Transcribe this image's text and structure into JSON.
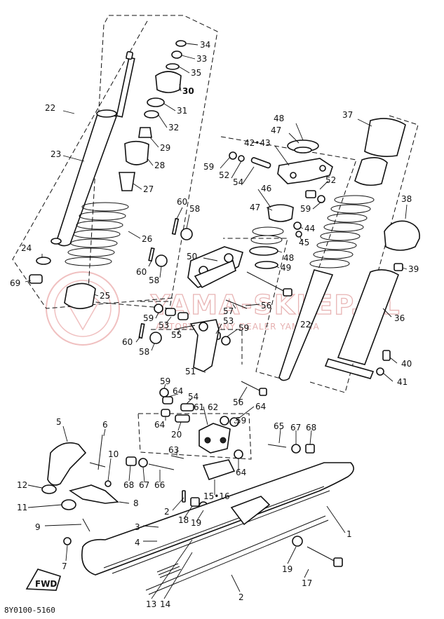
{
  "watermark": {
    "brand": "YAMA-SKLEP.PL",
    "tagline": "AUTORYZOWANY DEALER YAMAHA"
  },
  "diagram_code": "8Y0100-5160",
  "front_marker": "FWD",
  "labels": {
    "p34": "34",
    "p33": "33",
    "p35": "35",
    "p30": "30",
    "p31": "31",
    "p32": "32",
    "p29": "29",
    "p28": "28",
    "p27": "27",
    "p26": "26",
    "p25": "25",
    "p22a": "22",
    "p23": "23",
    "p24": "24",
    "p69": "69",
    "p48a": "48",
    "p47a": "47",
    "p4243": "42•43",
    "p59a": "59",
    "p52a": "52",
    "p54a": "54",
    "p52b": "52",
    "p59b": "59",
    "p46": "46",
    "p47b": "47",
    "p44": "44",
    "p45": "45",
    "p48b": "48",
    "p49": "49",
    "p37": "37",
    "p38": "38",
    "p39": "39",
    "p36": "36",
    "p22b": "22",
    "p40": "40",
    "p41": "41",
    "p60a": "60",
    "p58a": "58",
    "p50": "50",
    "p60b": "60",
    "p58b": "58",
    "p56a": "56",
    "p57": "57",
    "p59c": "59",
    "p53a": "53",
    "p53b": "53",
    "p59d": "59",
    "p55": "55",
    "p60c": "60",
    "p58c": "58",
    "p51": "51",
    "p56b": "56",
    "p59e": "59",
    "p64a": "64",
    "p54b": "54",
    "p61": "61",
    "p62": "62",
    "p64b": "64",
    "p59f": "59",
    "p64c": "64",
    "p20": "20",
    "p65": "65",
    "p67a": "67",
    "p68a": "68",
    "p63": "63",
    "p64d": "64",
    "p5": "5",
    "p6": "6",
    "p10": "10",
    "p68b": "68",
    "p67b": "67",
    "p66": "66",
    "p1516": "15•16",
    "p12": "12",
    "p8": "8",
    "p11": "11",
    "p2a": "2",
    "p18": "18",
    "p19a": "19",
    "p9": "9",
    "p3": "3",
    "p4": "4",
    "p7": "7",
    "p1": "1",
    "p19b": "19",
    "p17": "17",
    "p2b": "2",
    "p13": "13",
    "p14": "14"
  }
}
